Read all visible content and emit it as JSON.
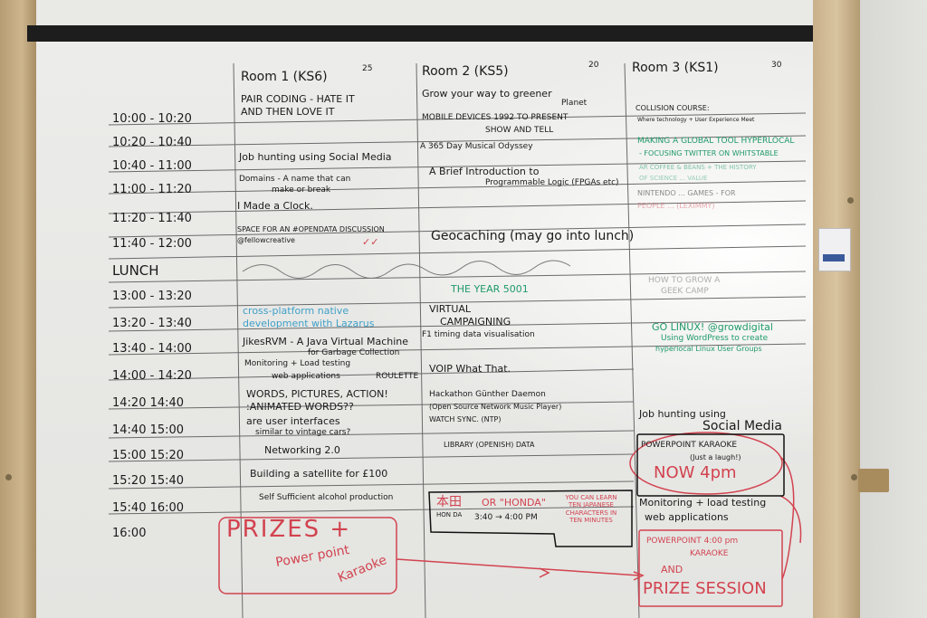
{
  "headers": {
    "room1": {
      "title": "Room 1 (KS6)",
      "count": "25"
    },
    "room2": {
      "title": "Room 2 (KS5)",
      "count": "20"
    },
    "room3": {
      "title": "Room 3 (KS1)",
      "count": "30"
    }
  },
  "times": [
    "10:00 - 10:20",
    "10:20 - 10:40",
    "10:40 - 11:00",
    "11:00 - 11:20",
    "11:20 - 11:40",
    "11:40 - 12:00",
    "LUNCH",
    "13:00 - 13:20",
    "13:20 - 13:40",
    "13:40 - 14:00",
    "14:00 - 14:20",
    "14:20 14:40",
    "14:40 15:00",
    "15:00 15:20",
    "15:20 15:40",
    "15:40 16:00",
    "16:00"
  ],
  "room1": {
    "s1a": "PAIR CODING - HATE IT",
    "s1b": "AND THEN LOVE IT",
    "s3": "Job hunting using Social Media",
    "s4a": "Domains - A name that can",
    "s4b": "make or break",
    "s5": "I Made a Clock.",
    "s6a": "SPACE FOR AN #OPENDATA DISCUSSION",
    "s6b": "@fellowcreative",
    "a1": "cross-platform native",
    "a2": "development with Lazarus",
    "a3": "JikesRVM - A Java Virtual Machine",
    "a3b": "for Garbage Collection",
    "a4": "Monitoring + Load testing",
    "a4b": "web applications",
    "a4c": "ROULETTE",
    "a5": "WORDS, PICTURES, ACTION!",
    "a6": ":ANIMATED WORDS??",
    "a7": "are user interfaces",
    "a7b": "similar to vintage cars?",
    "a8": "Networking 2.0",
    "a9": "Building a satellite for £100",
    "a10": "Self Sufficient alcohol production"
  },
  "room2": {
    "s1a": "Grow your way to greener",
    "s1b": "Planet",
    "s2a": "MOBILE DEVICES 1992 TO PRESENT",
    "s2b": "SHOW AND TELL",
    "s3": "A 365 Day Musical Odyssey",
    "s4a": "A Brief Introduction to",
    "s4b": "Programmable Logic (FPGAs etc)",
    "s6": "Geocaching (may go into lunch)",
    "a0": "THE YEAR 5001",
    "a1": "VIRTUAL",
    "a2": "CAMPAIGNING",
    "a3": "F1 timing data visualisation",
    "a4": "VOIP What That.",
    "a5": "Hackathon Günther Daemon",
    "a5b": "(Open Source Network Music Player)",
    "a5c": "WATCH SYNC. (NTP)",
    "a7": "LIBRARY (OPENISH) DATA",
    "honda_kanji": "本田",
    "honda_romaji": "HON   DA",
    "honda_or": "OR \"HONDA\"",
    "honda_time": "3:40 → 4:00 PM",
    "honda_note": "YOU CAN LEARN TEN JAPANESE CHARACTERS IN TEN MINUTES"
  },
  "room3": {
    "s1": "COLLISION COURSE:",
    "s1b": "Where technology + User Experience Meet",
    "s2a": "MAKING A GLOBAL TOOL HYPERLOCAL",
    "s2b": "- FOCUSING TWITTER ON WHITSTABLE",
    "s3a": "AR COFFEE & BEANS + THE HISTORY",
    "s3b": "OF SCIENCE ... VALUE",
    "s4": "NINTENDO ... GAMES - FOR",
    "s4b": "PEOPLE ... (LEXIMMY)",
    "a1": "HOW TO GROW A",
    "a1b": "GEEK CAMP",
    "a2": "GO LINUX! @growdigital",
    "a2b": "Using WordPress to create",
    "a2c": "hyperlocal Linux User Groups",
    "a3": "Job hunting using",
    "a3b": "Social Media",
    "pk1": "POWERPOINT KARAOKE",
    "pk2": "(Just a laugh!)",
    "pk3": "NOW 4pm",
    "a4": "Monitoring + load testing",
    "a4b": "web applications",
    "final1": "POWERPOINT  4:00 pm",
    "final2": "KARAOKE",
    "final3": "AND",
    "final4": "PRIZE SESSION"
  },
  "prizes": {
    "l1": "PRIZES +",
    "l2": "Power point",
    "l3": "Karaoke"
  },
  "colors": {
    "ink_black": "#1a1a1a",
    "ink_green": "#1f9a6a",
    "ink_blue": "#3fa0c8",
    "ink_red": "#d2434f"
  }
}
